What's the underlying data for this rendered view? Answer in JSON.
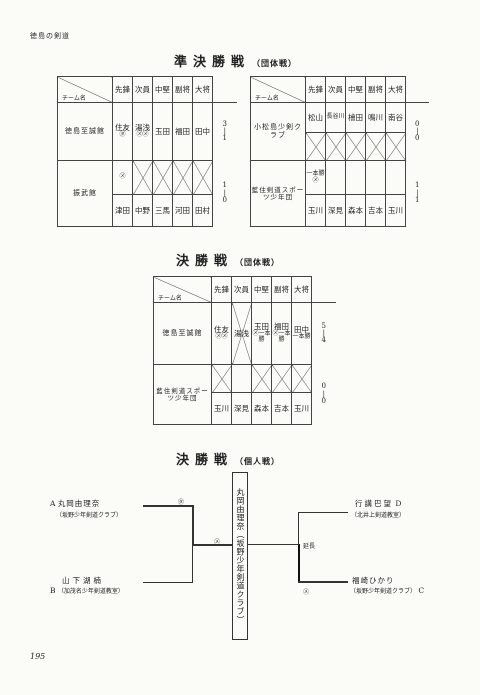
{
  "running_head": "徳島の剣道",
  "page_number": "195",
  "semifinal": {
    "title": "準決勝戦",
    "subtitle": "（団体戦）",
    "positions": [
      "先鋒",
      "次員",
      "中堅",
      "副将",
      "大将"
    ],
    "team_label": "チーム名",
    "match1": {
      "team_a": "徳島至誠館",
      "team_a_players": [
        "住友",
        "湯浅",
        "玉田",
        "福田",
        "田中"
      ],
      "team_a_marks": [
        "㋟",
        "㋱㋱",
        "",
        "",
        ""
      ],
      "score_a": [
        "3",
        "1"
      ],
      "team_b": "振武館",
      "team_b_players": [
        "津田",
        "中野",
        "三馬",
        "河田",
        "田村"
      ],
      "team_b_marks": [
        "㋱",
        "",
        "",
        "",
        ""
      ],
      "score_b": [
        "1",
        "0"
      ]
    },
    "match2": {
      "team_a": "小松島少剣クラブ",
      "team_a_players": [
        "松山",
        "長谷川",
        "檜田",
        "鳴川",
        "南谷"
      ],
      "score_a": [
        "0",
        "0"
      ],
      "team_b": "藍住剣道スポーツ少年団",
      "team_b_players": [
        "玉川",
        "深見",
        "森本",
        "吉本",
        "玉川"
      ],
      "team_b_marks": [
        "一本勝 ㋱",
        "",
        "",
        "",
        ""
      ],
      "score_b": [
        "1",
        "1"
      ]
    }
  },
  "final_team": {
    "title": "決勝戦",
    "subtitle": "（団体戦）",
    "team_a": "徳島至誠館",
    "team_a_players": [
      "住友",
      "湯浅",
      "玉田",
      "福田",
      "田中"
    ],
    "team_a_marks": [
      "㋱㋱",
      "",
      "㋱一本勝",
      "㋱一本勝",
      "一本勝"
    ],
    "score_a": [
      "5",
      "4"
    ],
    "team_b": "藍住剣道スポーツ少年団",
    "team_b_players": [
      "玉川",
      "深見",
      "森本",
      "吉本",
      "玉川"
    ],
    "score_b": [
      "0",
      "0"
    ]
  },
  "final_individual": {
    "title": "決勝戦",
    "subtitle": "（個人戦）",
    "player_a": {
      "letter": "A",
      "name": "丸岡由理奈",
      "club": "（坂野少年剣道クラブ）",
      "mark": "㋟"
    },
    "player_b": {
      "letter": "B",
      "name": "山下湖楠",
      "club": "（加茂名少年剣道教室）"
    },
    "player_c": {
      "letter": "C",
      "name": "福崎ひかり",
      "club": "（坂野少年剣道クラブ）",
      "mark": "㋱"
    },
    "player_d": {
      "letter": "D",
      "name": "行講巴望",
      "club": "（北井上剣道教室）"
    },
    "mid_mark_left": "㋱",
    "mid_mark_right": "延長",
    "winner": "丸岡由理奈（坂野少年剣道クラブ）"
  }
}
